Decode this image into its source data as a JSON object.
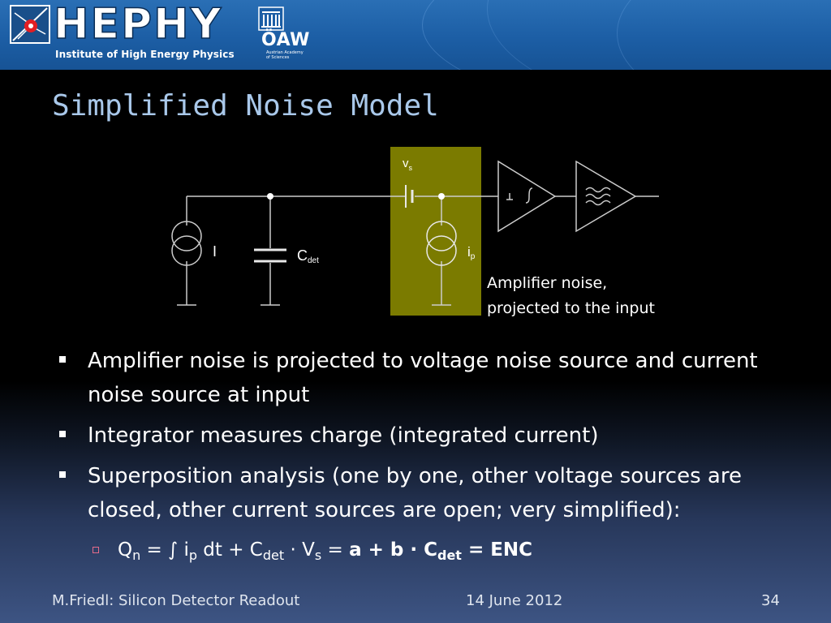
{
  "header": {
    "logo_text": "HEPHY",
    "subtitle": "Institute of High Energy Physics",
    "academy_abbr": "ÖAW",
    "academy_line1": "Austrian Academy",
    "academy_line2": "of Sciences",
    "background": "#1c5ea5"
  },
  "slide": {
    "title": "Simplified Noise Model",
    "title_color": "#a9c8ea"
  },
  "circuit": {
    "label_current_source": "I",
    "label_cap_main": "C",
    "label_cap_sub": "det",
    "label_vs_main": "v",
    "label_vs_sub": "s",
    "label_ip_main": "i",
    "label_ip_sub": "p",
    "amp_noise_box_color": "#7b7b00",
    "amp_note_line1": "Amplifier noise,",
    "amp_note_line2": "projected to the input"
  },
  "bullets": [
    {
      "text": "Amplifier noise is projected to voltage noise source and current noise source at input"
    },
    {
      "text": "Integrator measures charge (integrated current)"
    },
    {
      "text": "Superposition analysis (one by one, other voltage sources are closed, other current sources are open; very simplified):"
    }
  ],
  "formula": {
    "q": "Q",
    "q_sub": "n",
    "eq1": " = ∫ i",
    "ip_sub": "p",
    "dt": " dt + C",
    "cdet_sub": "det",
    "dot_v": " · V",
    "vs_sub": "s",
    "eq2": " = ",
    "bold_a": "a + b · C",
    "bold_sub": "det",
    "bold_enc": " = ENC"
  },
  "footer": {
    "author": "M.Friedl: Silicon Detector Readout",
    "date": "14 June 2012",
    "page": "34"
  }
}
